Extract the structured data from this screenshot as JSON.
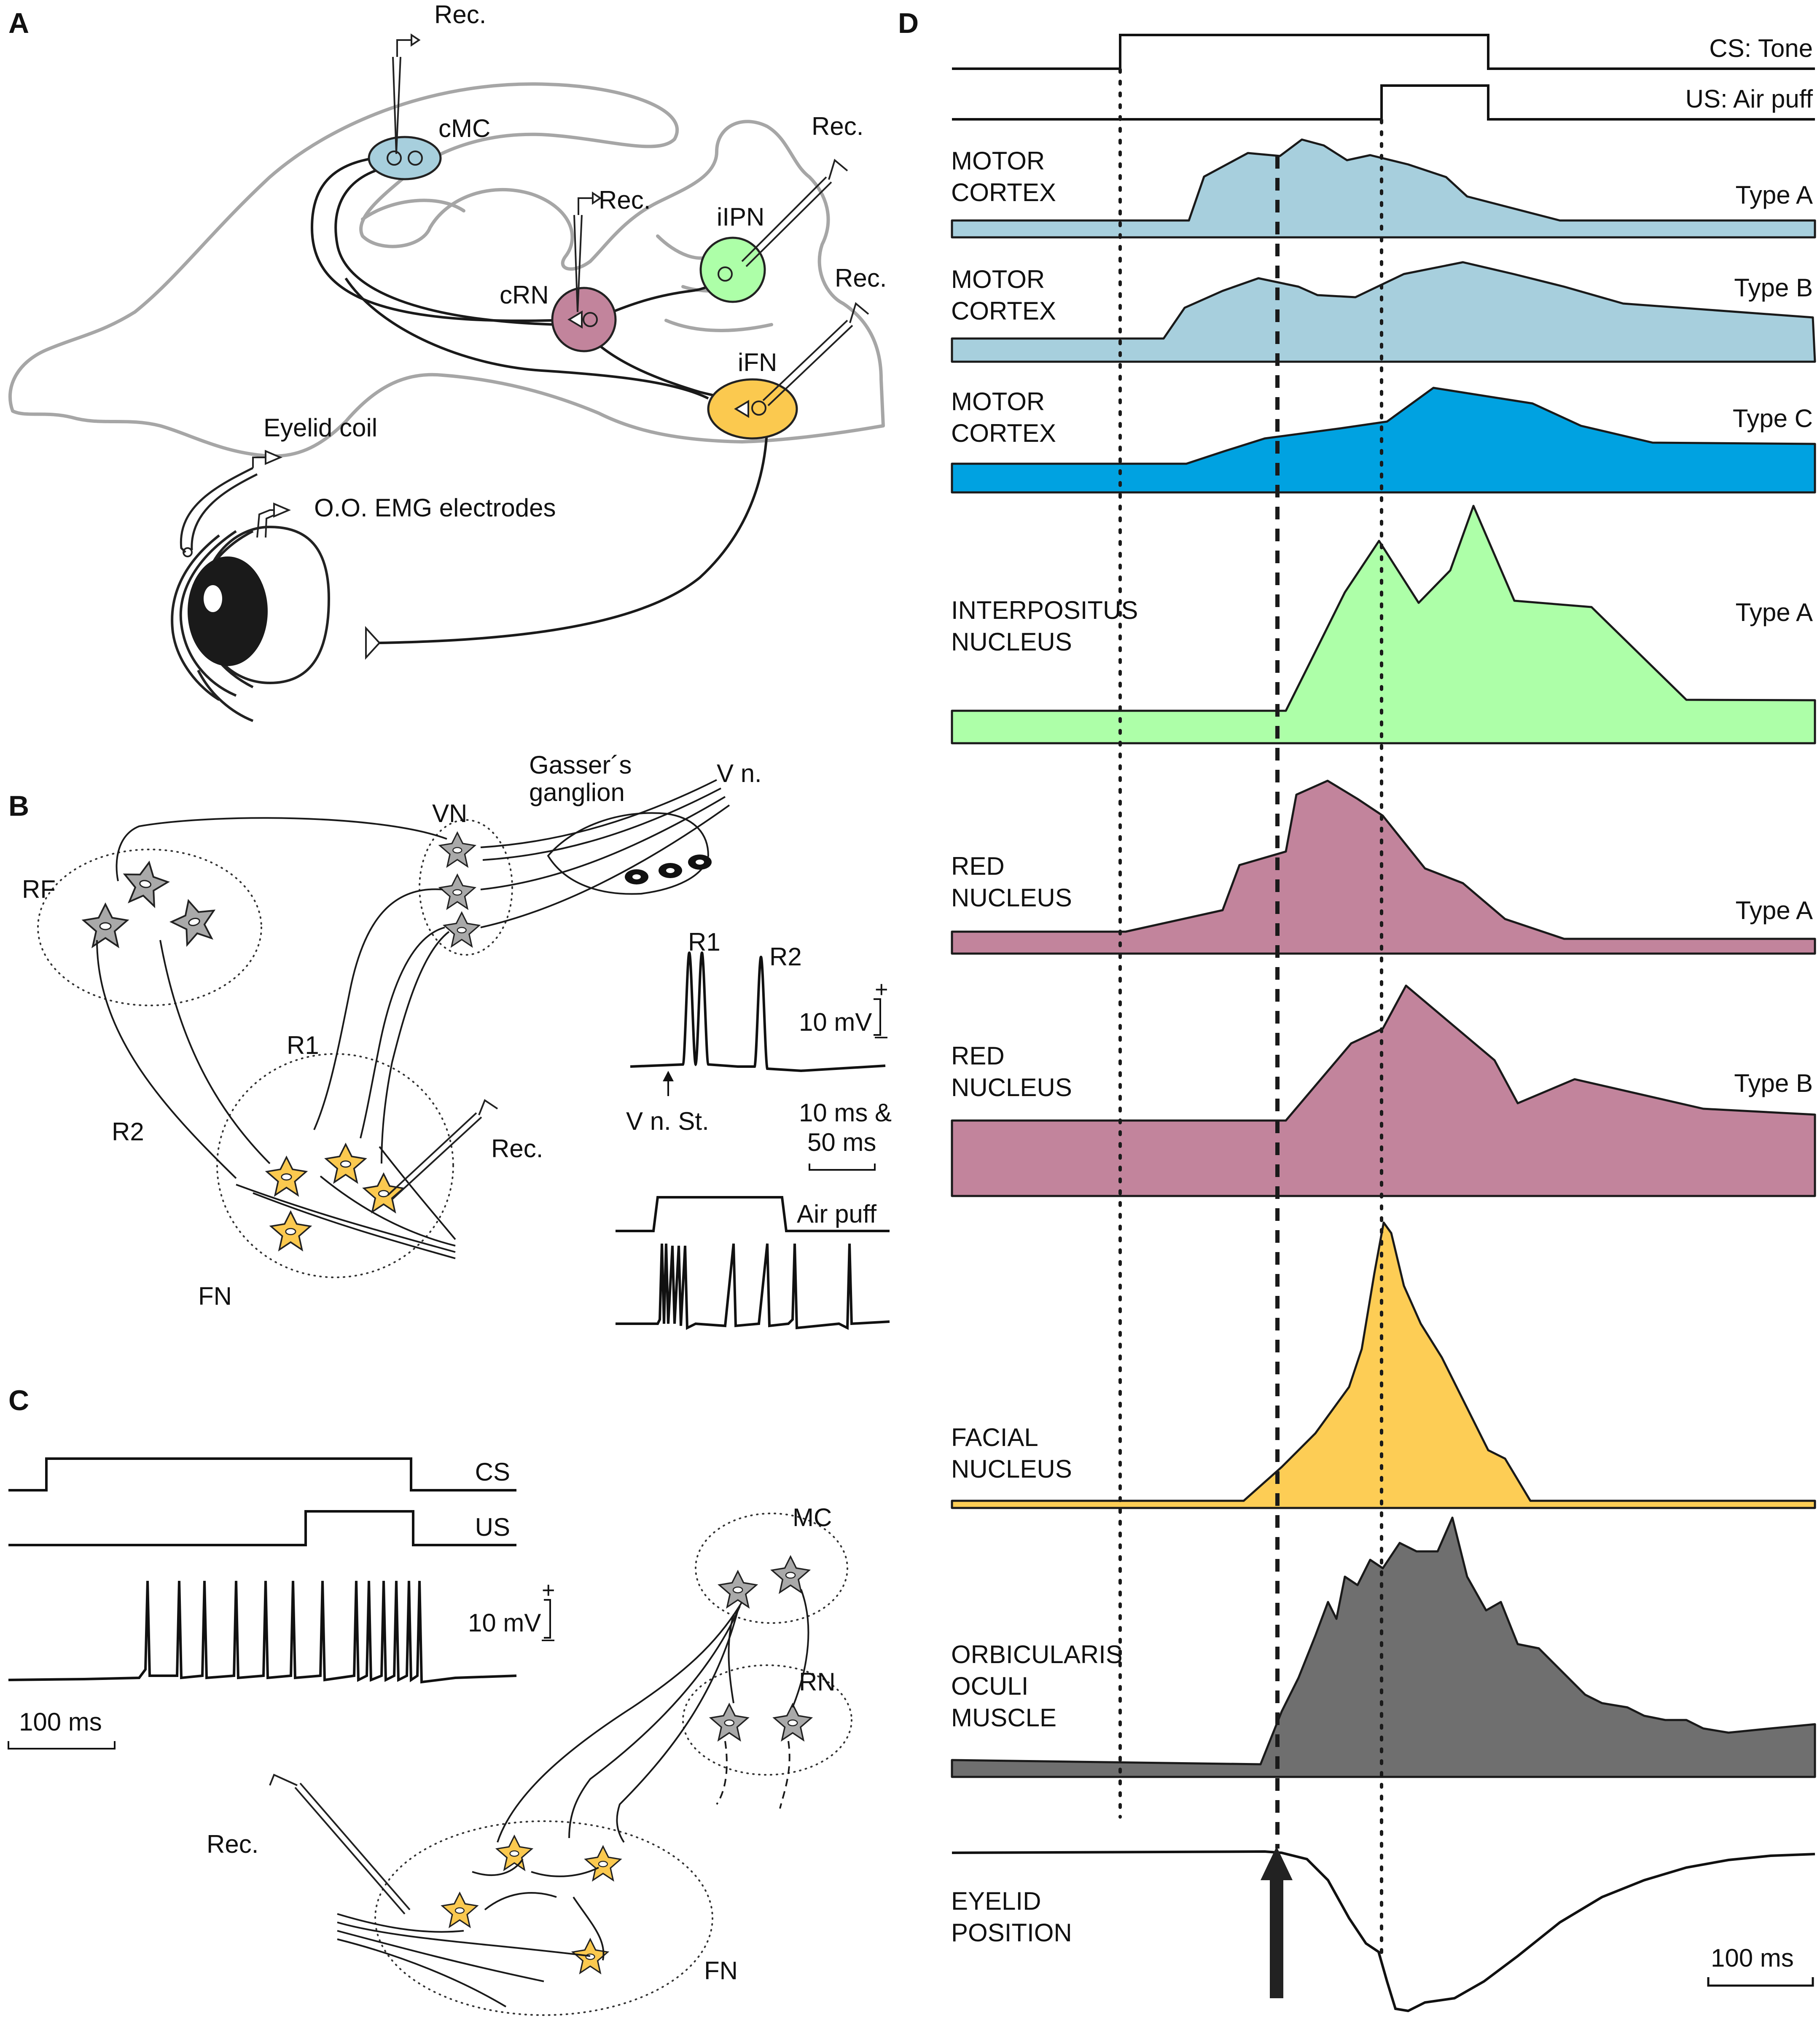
{
  "panels": {
    "a": "A",
    "b": "B",
    "c": "C",
    "d": "D"
  },
  "colors": {
    "motor_type_a": "#a7cfdd",
    "motor_type_c": "#00a2e1",
    "interpositus": "#adffa8",
    "red_nucleus": "#c2849c",
    "facial": "#fdcd55",
    "orbicularis": "#6f6f6f",
    "neuron_grey": "#a9a9a9",
    "neuron_yellow": "#fbc94f"
  },
  "panel_a": {
    "cmc": "cMC",
    "crn": "cRN",
    "iipn": "iIPN",
    "ifn": "iFN",
    "rec": "Rec.",
    "eyelid_coil": "Eyelid coil",
    "emg": "O.O. EMG electrodes"
  },
  "panel_b": {
    "rf": "RF",
    "vn": "VN",
    "gasser": "Gasser´s",
    "ganglion": "ganglion",
    "vn_nerve": "V n.",
    "r1": "R1",
    "r2": "R2",
    "fn": "FN",
    "rec": "Rec.",
    "scale_mv": "10 mV",
    "plus": "+",
    "minus": "–",
    "stim": "V n. St.",
    "scale_ms": "10 ms &",
    "scale_ms2": "50 ms",
    "air_puff": "Air puff"
  },
  "panel_c": {
    "cs": "CS",
    "us": "US",
    "scale_mv": "10 mV",
    "plus": "+",
    "minus": "–",
    "scale_ms": "100 ms",
    "mc": "MC",
    "rn": "RN",
    "fn": "FN",
    "rec": "Rec."
  },
  "panel_d": {
    "cs_label": "CS: Tone",
    "us_label": "US: Air puff",
    "rows": [
      {
        "line1": "MOTOR",
        "line2": "CORTEX",
        "line3": "",
        "type": "Type A"
      },
      {
        "line1": "MOTOR",
        "line2": "CORTEX",
        "line3": "",
        "type": "Type B"
      },
      {
        "line1": "MOTOR",
        "line2": "CORTEX",
        "line3": "",
        "type": "Type C"
      },
      {
        "line1": "INTERPOSITUS",
        "line2": "NUCLEUS",
        "line3": "",
        "type": "Type A"
      },
      {
        "line1": "RED",
        "line2": "NUCLEUS",
        "line3": "",
        "type": "Type A"
      },
      {
        "line1": "RED",
        "line2": "NUCLEUS",
        "line3": "",
        "type": "Type B"
      },
      {
        "line1": "FACIAL",
        "line2": "NUCLEUS",
        "line3": "",
        "type": ""
      },
      {
        "line1": "ORBICULARIS",
        "line2": "OCULI",
        "line3": "MUSCLE",
        "type": ""
      }
    ],
    "eyelid1": "EYELID",
    "eyelid2": "POSITION",
    "scale": "100 ms"
  }
}
